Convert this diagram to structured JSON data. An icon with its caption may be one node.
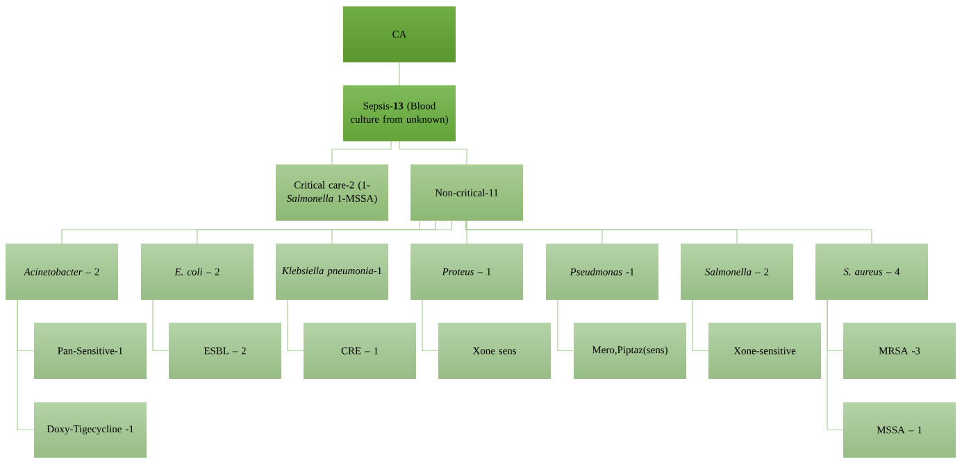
{
  "diagram": {
    "nodes": [
      {
        "text": [
          "CA"
        ]
      },
      {
        "text": [
          "Sepsis-**13** (Blood culture from unknown)"
        ]
      },
      {
        "text": [
          "Critical care-2 (1- *Salmonella* 1-MSSA)"
        ]
      },
      {
        "text": [
          "Non-critical-11"
        ]
      },
      {
        "text": [
          "*Acinetobacter* – 2"
        ]
      },
      {
        "text": [
          "*E. coli* – 2"
        ]
      },
      {
        "text": [
          "*Klebsiella pneumonia*-1"
        ]
      },
      {
        "text": [
          "*Proteus* – 1"
        ]
      },
      {
        "text": [
          "*Pseudmonas* -1"
        ]
      },
      {
        "text": [
          "*Salmonella* – 2"
        ]
      },
      {
        "text": [
          "*S. aureus* – 4"
        ]
      },
      {
        "text": [
          "Pan-Sensitive-1"
        ]
      },
      {
        "text": [
          "ESBL – 2"
        ]
      },
      {
        "text": [
          "CRE – 1"
        ]
      },
      {
        "text": [
          "Xone sens"
        ]
      },
      {
        "text": [
          "Mero,Piptaz(sens)"
        ]
      },
      {
        "text": [
          "Xone-sensitive"
        ]
      },
      {
        "text": [
          "MRSA -3"
        ]
      },
      {
        "text": [
          "Doxy-Tigecycline -1"
        ]
      },
      {
        "text": [
          "MSSA – 1"
        ]
      }
    ],
    "edges": [
      {
        "from": 0,
        "to": 1,
        "arrow": "none"
      },
      {
        "from": 1,
        "to": 2,
        "arrow": "none"
      },
      {
        "from": 1,
        "to": 3,
        "arrow": "none"
      },
      {
        "from": 3,
        "to": 4,
        "arrow": "none"
      },
      {
        "from": 3,
        "to": 5,
        "arrow": "none"
      },
      {
        "from": 3,
        "to": 6,
        "arrow": "none"
      },
      {
        "from": 3,
        "to": 7,
        "arrow": "none"
      },
      {
        "from": 3,
        "to": 8,
        "arrow": "none"
      },
      {
        "from": 3,
        "to": 9,
        "arrow": "none"
      },
      {
        "from": 3,
        "to": 10,
        "arrow": "none"
      },
      {
        "from": 4,
        "to": 11,
        "arrow": "none"
      },
      {
        "from": 4,
        "to": 18,
        "arrow": "none"
      },
      {
        "from": 5,
        "to": 12,
        "arrow": "none"
      },
      {
        "from": 6,
        "to": 13,
        "arrow": "none"
      },
      {
        "from": 7,
        "to": 14,
        "arrow": "none"
      },
      {
        "from": 8,
        "to": 15,
        "arrow": "none"
      },
      {
        "from": 9,
        "to": 16,
        "arrow": "none"
      },
      {
        "from": 10,
        "to": 17,
        "arrow": "none"
      },
      {
        "from": 10,
        "to": 19,
        "arrow": "none"
      }
    ]
  }
}
